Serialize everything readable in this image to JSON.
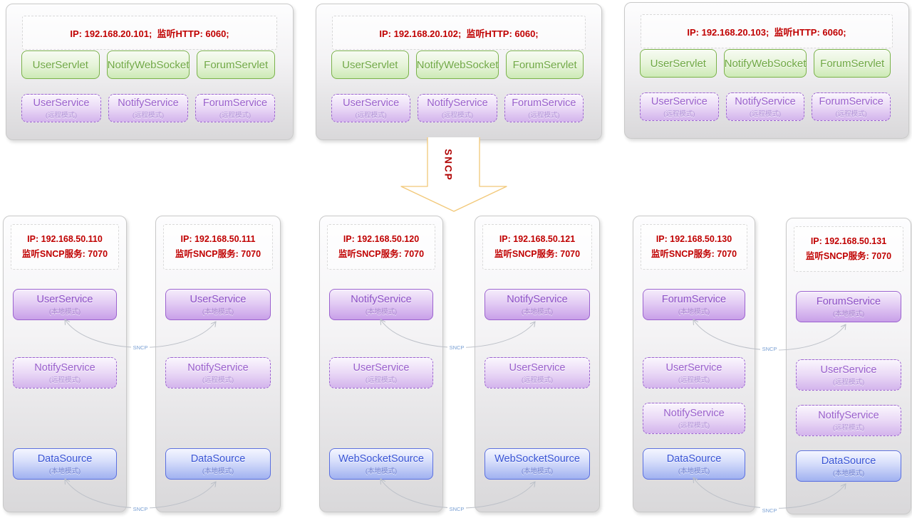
{
  "sncp_arrow_label": "SNCP",
  "link_label": "SNCP",
  "colors": {
    "ip_text": "#c00000",
    "servlet_green": "#6fa844",
    "service_purple": "#9a60cc",
    "source_blue": "#3a55d5",
    "arrow_outline": "#f2c878",
    "connector": "#bcc0c8"
  },
  "top_servers": [
    {
      "ip_line": "IP: 192.168.20.101;  监听HTTP: 6060;",
      "servlets": [
        "UserServlet",
        "NotifyWebSocket",
        "ForumServlet"
      ],
      "services": [
        {
          "name": "UserService",
          "mode": "(远程模式)"
        },
        {
          "name": "NotifyService",
          "mode": "(远程模式)"
        },
        {
          "name": "ForumService",
          "mode": "(远程模式)"
        }
      ]
    },
    {
      "ip_line": "IP: 192.168.20.102;  监听HTTP: 6060;",
      "servlets": [
        "UserServlet",
        "NotifyWebSocket",
        "ForumServlet"
      ],
      "services": [
        {
          "name": "UserService",
          "mode": "(远程模式)"
        },
        {
          "name": "NotifyService",
          "mode": "(远程模式)"
        },
        {
          "name": "ForumService",
          "mode": "(远程模式)"
        }
      ]
    },
    {
      "ip_line": "IP: 192.168.20.103;  监听HTTP: 6060;",
      "servlets": [
        "UserServlet",
        "NotifyWebSocket",
        "ForumServlet"
      ],
      "services": [
        {
          "name": "UserService",
          "mode": "(远程模式)"
        },
        {
          "name": "NotifyService",
          "mode": "(远程模式)"
        },
        {
          "name": "ForumService",
          "mode": "(远程模式)"
        }
      ]
    }
  ],
  "sncp_servers": [
    {
      "ip_line1": "IP: 192.168.50.110",
      "ip_line2": "监听SNCP服务: 7070",
      "nodes": [
        {
          "name": "UserService",
          "mode": "(本地模式)"
        },
        {
          "name": "NotifyService",
          "mode": "(远程模式)"
        },
        {
          "name": "DataSource",
          "mode": "(本地模式)"
        }
      ]
    },
    {
      "ip_line1": "IP: 192.168.50.111",
      "ip_line2": "监听SNCP服务: 7070",
      "nodes": [
        {
          "name": "UserService",
          "mode": "(本地模式)"
        },
        {
          "name": "NotifyService",
          "mode": "(远程模式)"
        },
        {
          "name": "DataSource",
          "mode": "(本地模式)"
        }
      ]
    },
    {
      "ip_line1": "IP: 192.168.50.120",
      "ip_line2": "监听SNCP服务: 7070",
      "nodes": [
        {
          "name": "NotifyService",
          "mode": "(本地模式)"
        },
        {
          "name": "UserService",
          "mode": "(远程模式)"
        },
        {
          "name": "WebSocketSource",
          "mode": "(本地模式)"
        }
      ]
    },
    {
      "ip_line1": "IP: 192.168.50.121",
      "ip_line2": "监听SNCP服务: 7070",
      "nodes": [
        {
          "name": "NotifyService",
          "mode": "(本地模式)"
        },
        {
          "name": "UserService",
          "mode": "(远程模式)"
        },
        {
          "name": "WebSocketSource",
          "mode": "(本地模式)"
        }
      ]
    },
    {
      "ip_line1": "IP: 192.168.50.130",
      "ip_line2": "监听SNCP服务: 7070",
      "nodes": [
        {
          "name": "ForumService",
          "mode": "(本地模式)"
        },
        {
          "name": "UserService",
          "mode": "(远程模式)"
        },
        {
          "name": "NotifyService",
          "mode": "(远程模式)"
        },
        {
          "name": "DataSource",
          "mode": "(本地模式)"
        }
      ]
    },
    {
      "ip_line1": "IP: 192.168.50.131",
      "ip_line2": "监听SNCP服务: 7070",
      "nodes": [
        {
          "name": "ForumService",
          "mode": "(本地模式)"
        },
        {
          "name": "UserService",
          "mode": "(远程模式)"
        },
        {
          "name": "NotifyService",
          "mode": "(远程模式)"
        },
        {
          "name": "DataSource",
          "mode": "(本地模式)"
        }
      ]
    }
  ]
}
